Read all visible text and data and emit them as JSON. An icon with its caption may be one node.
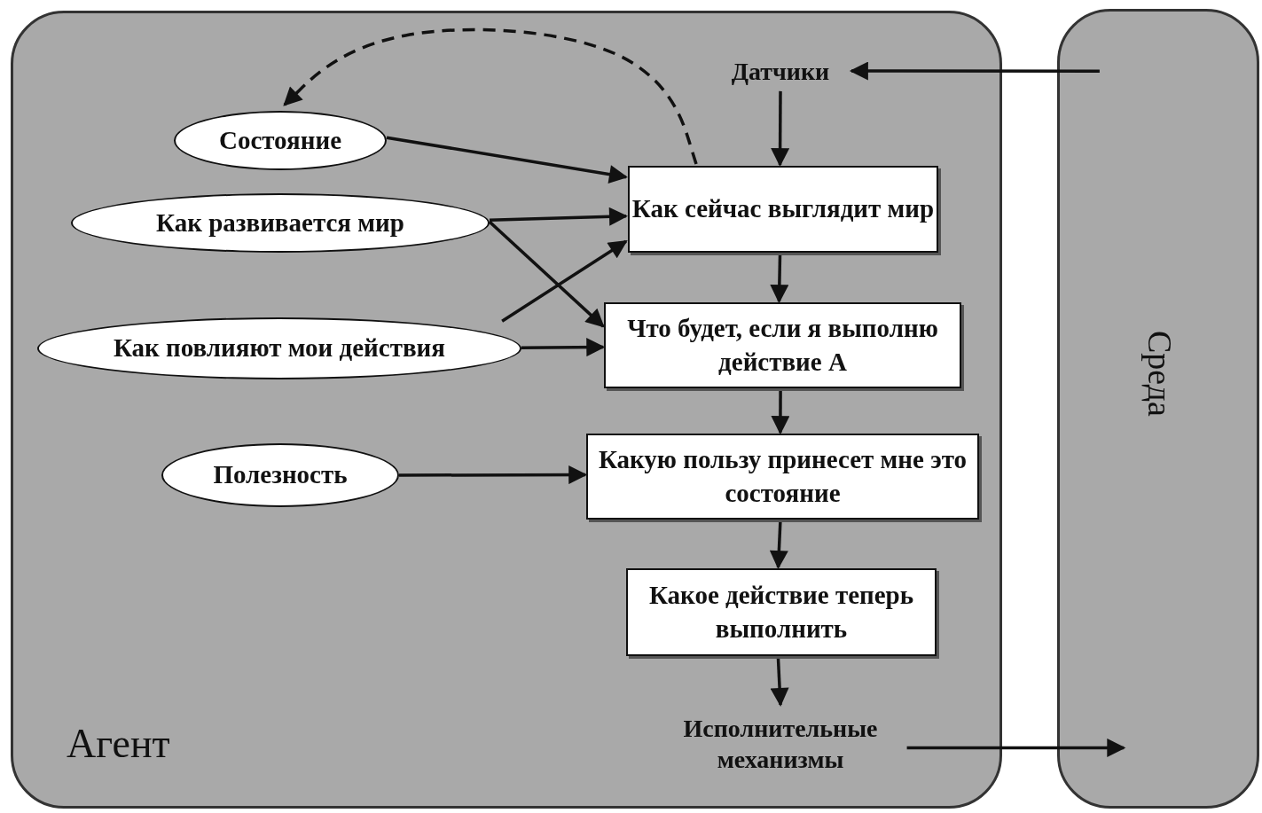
{
  "diagram": {
    "nodes": [
      {
        "text": [
          "Агент"
        ]
      },
      {
        "text": [
          "Среда"
        ]
      },
      {
        "text": [
          "Датчики"
        ],
        "in": 0
      },
      {
        "text": [
          "Состояние"
        ],
        "in": 0
      },
      {
        "text": [
          "Как развивается мир"
        ],
        "in": 0
      },
      {
        "text": [
          "Как повлияют мои действия"
        ],
        "in": 0
      },
      {
        "text": [
          "Полезность"
        ],
        "in": 0
      },
      {
        "text": [
          "Как сейчас выглядит мир"
        ],
        "in": 0
      },
      {
        "text": [
          "Что будет, если я выполню действие А"
        ],
        "in": 0
      },
      {
        "text": [
          "Какую пользу принесет мне это состояние"
        ],
        "in": 0
      },
      {
        "text": [
          "Какое действие теперь выполнить"
        ],
        "in": 0
      },
      {
        "text": [
          "Исполнительные механизмы"
        ],
        "in": 0
      }
    ],
    "edges": [
      {
        "from": 1,
        "to": 2,
        "arrow": "to"
      },
      {
        "from": 2,
        "to": 7,
        "arrow": "to"
      },
      {
        "from": 3,
        "to": 7,
        "arrow": "to"
      },
      {
        "from": 4,
        "to": 7,
        "arrow": "to"
      },
      {
        "from": 4,
        "to": 8,
        "arrow": "to"
      },
      {
        "from": 5,
        "to": 7,
        "arrow": "to"
      },
      {
        "from": 5,
        "to": 8,
        "arrow": "to"
      },
      {
        "from": 7,
        "to": 3,
        "arrow": "to",
        "style": "dashed"
      },
      {
        "from": 7,
        "to": 8,
        "arrow": "to"
      },
      {
        "from": 8,
        "to": 9,
        "arrow": "to"
      },
      {
        "from": 6,
        "to": 9,
        "arrow": "to"
      },
      {
        "from": 9,
        "to": 10,
        "arrow": "to"
      },
      {
        "from": 10,
        "to": 11,
        "arrow": "to"
      },
      {
        "from": 11,
        "to": 1,
        "arrow": "to"
      }
    ]
  }
}
